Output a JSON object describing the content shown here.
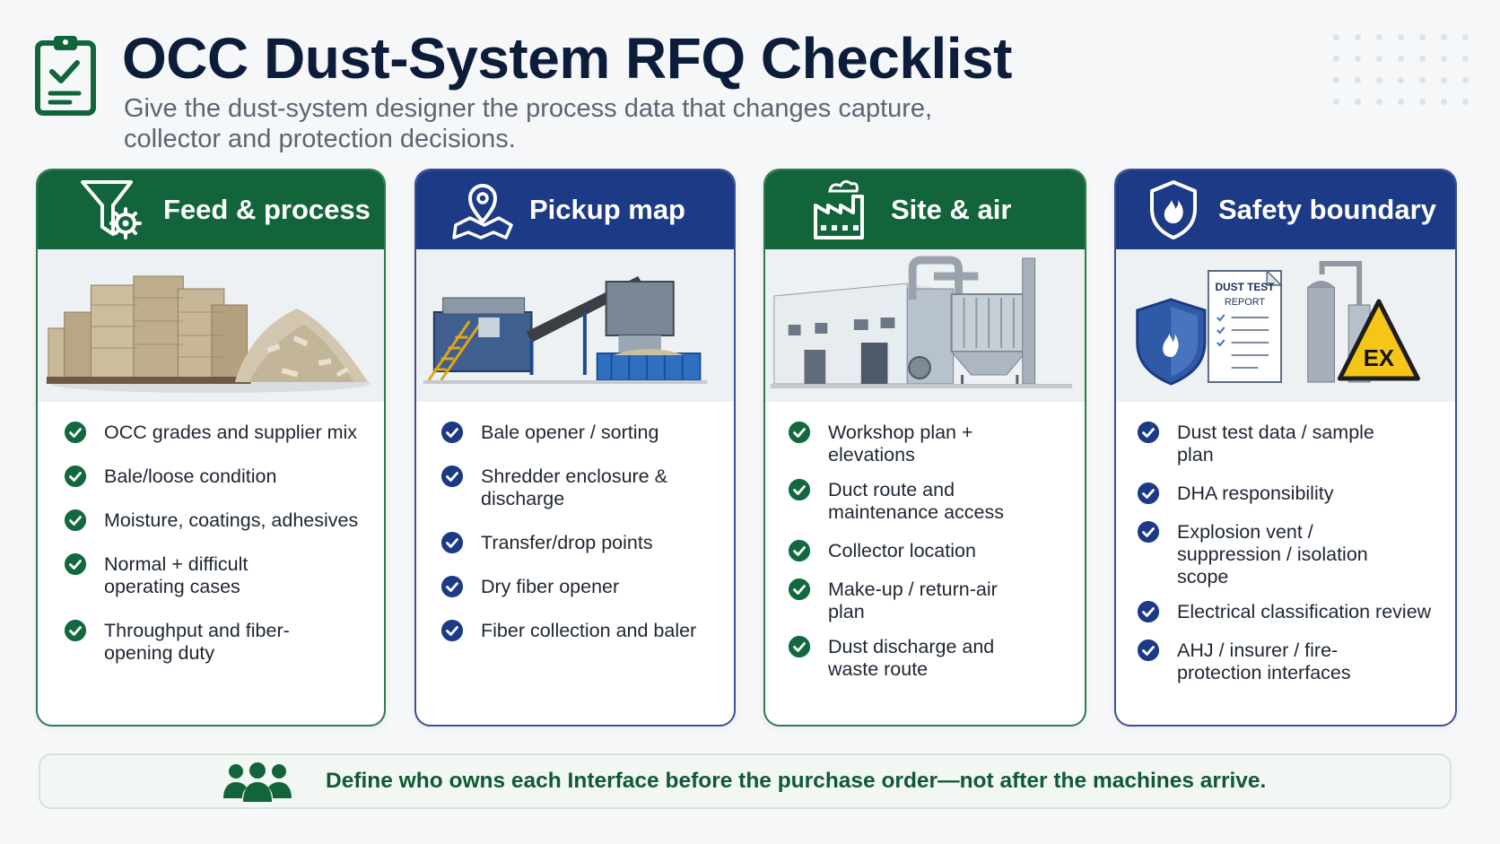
{
  "header": {
    "title": "OCC Dust-System RFQ Checklist",
    "subtitle": "Give the dust-system designer the process data that changes capture, collector and protection decisions."
  },
  "colors": {
    "green": "#12653b",
    "blue": "#1c3a85",
    "navy_title": "#0c1d3c",
    "warning_yellow": "#f5c518"
  },
  "cards": [
    {
      "title": "Feed & process",
      "icon": "funnel-gear-icon",
      "image": "occ-bales-and-shredded-paper",
      "items": [
        "OCC grades and supplier mix",
        "Bale/loose condition",
        "Moisture, coatings, adhesives",
        "Normal + difficult operating cases",
        "Throughput and fiber-opening duty"
      ]
    },
    {
      "title": "Pickup map",
      "icon": "map-pin-icon",
      "image": "shredder-conveyor-line",
      "items": [
        "Bale opener / sorting",
        "Shredder enclosure & discharge",
        "Transfer/drop points",
        "Dry fiber opener",
        "Fiber collection and baler"
      ]
    },
    {
      "title": "Site & air",
      "icon": "factory-icon",
      "image": "workshop-and-dust-collector",
      "items": [
        "Workshop plan + elevations",
        "Duct route and maintenance access",
        "Collector location",
        "Make-up / return-air plan",
        "Dust discharge and waste route"
      ]
    },
    {
      "title": "Safety boundary",
      "icon": "shield-flame-icon",
      "image": "dust-test-report-and-ex-sign",
      "image_text": {
        "report_title": "DUST TEST",
        "report_sub": "REPORT",
        "ex": "EX"
      },
      "items": [
        "Dust test data / sample plan",
        "DHA responsibility",
        "Explosion vent / suppression / isolation scope",
        "Electrical classification review",
        "AHJ / insurer / fire-protection interfaces"
      ]
    }
  ],
  "footer": {
    "icon": "team-icon",
    "text": "Define who owns each Interface before the purchase order—not after the machines arrive."
  }
}
